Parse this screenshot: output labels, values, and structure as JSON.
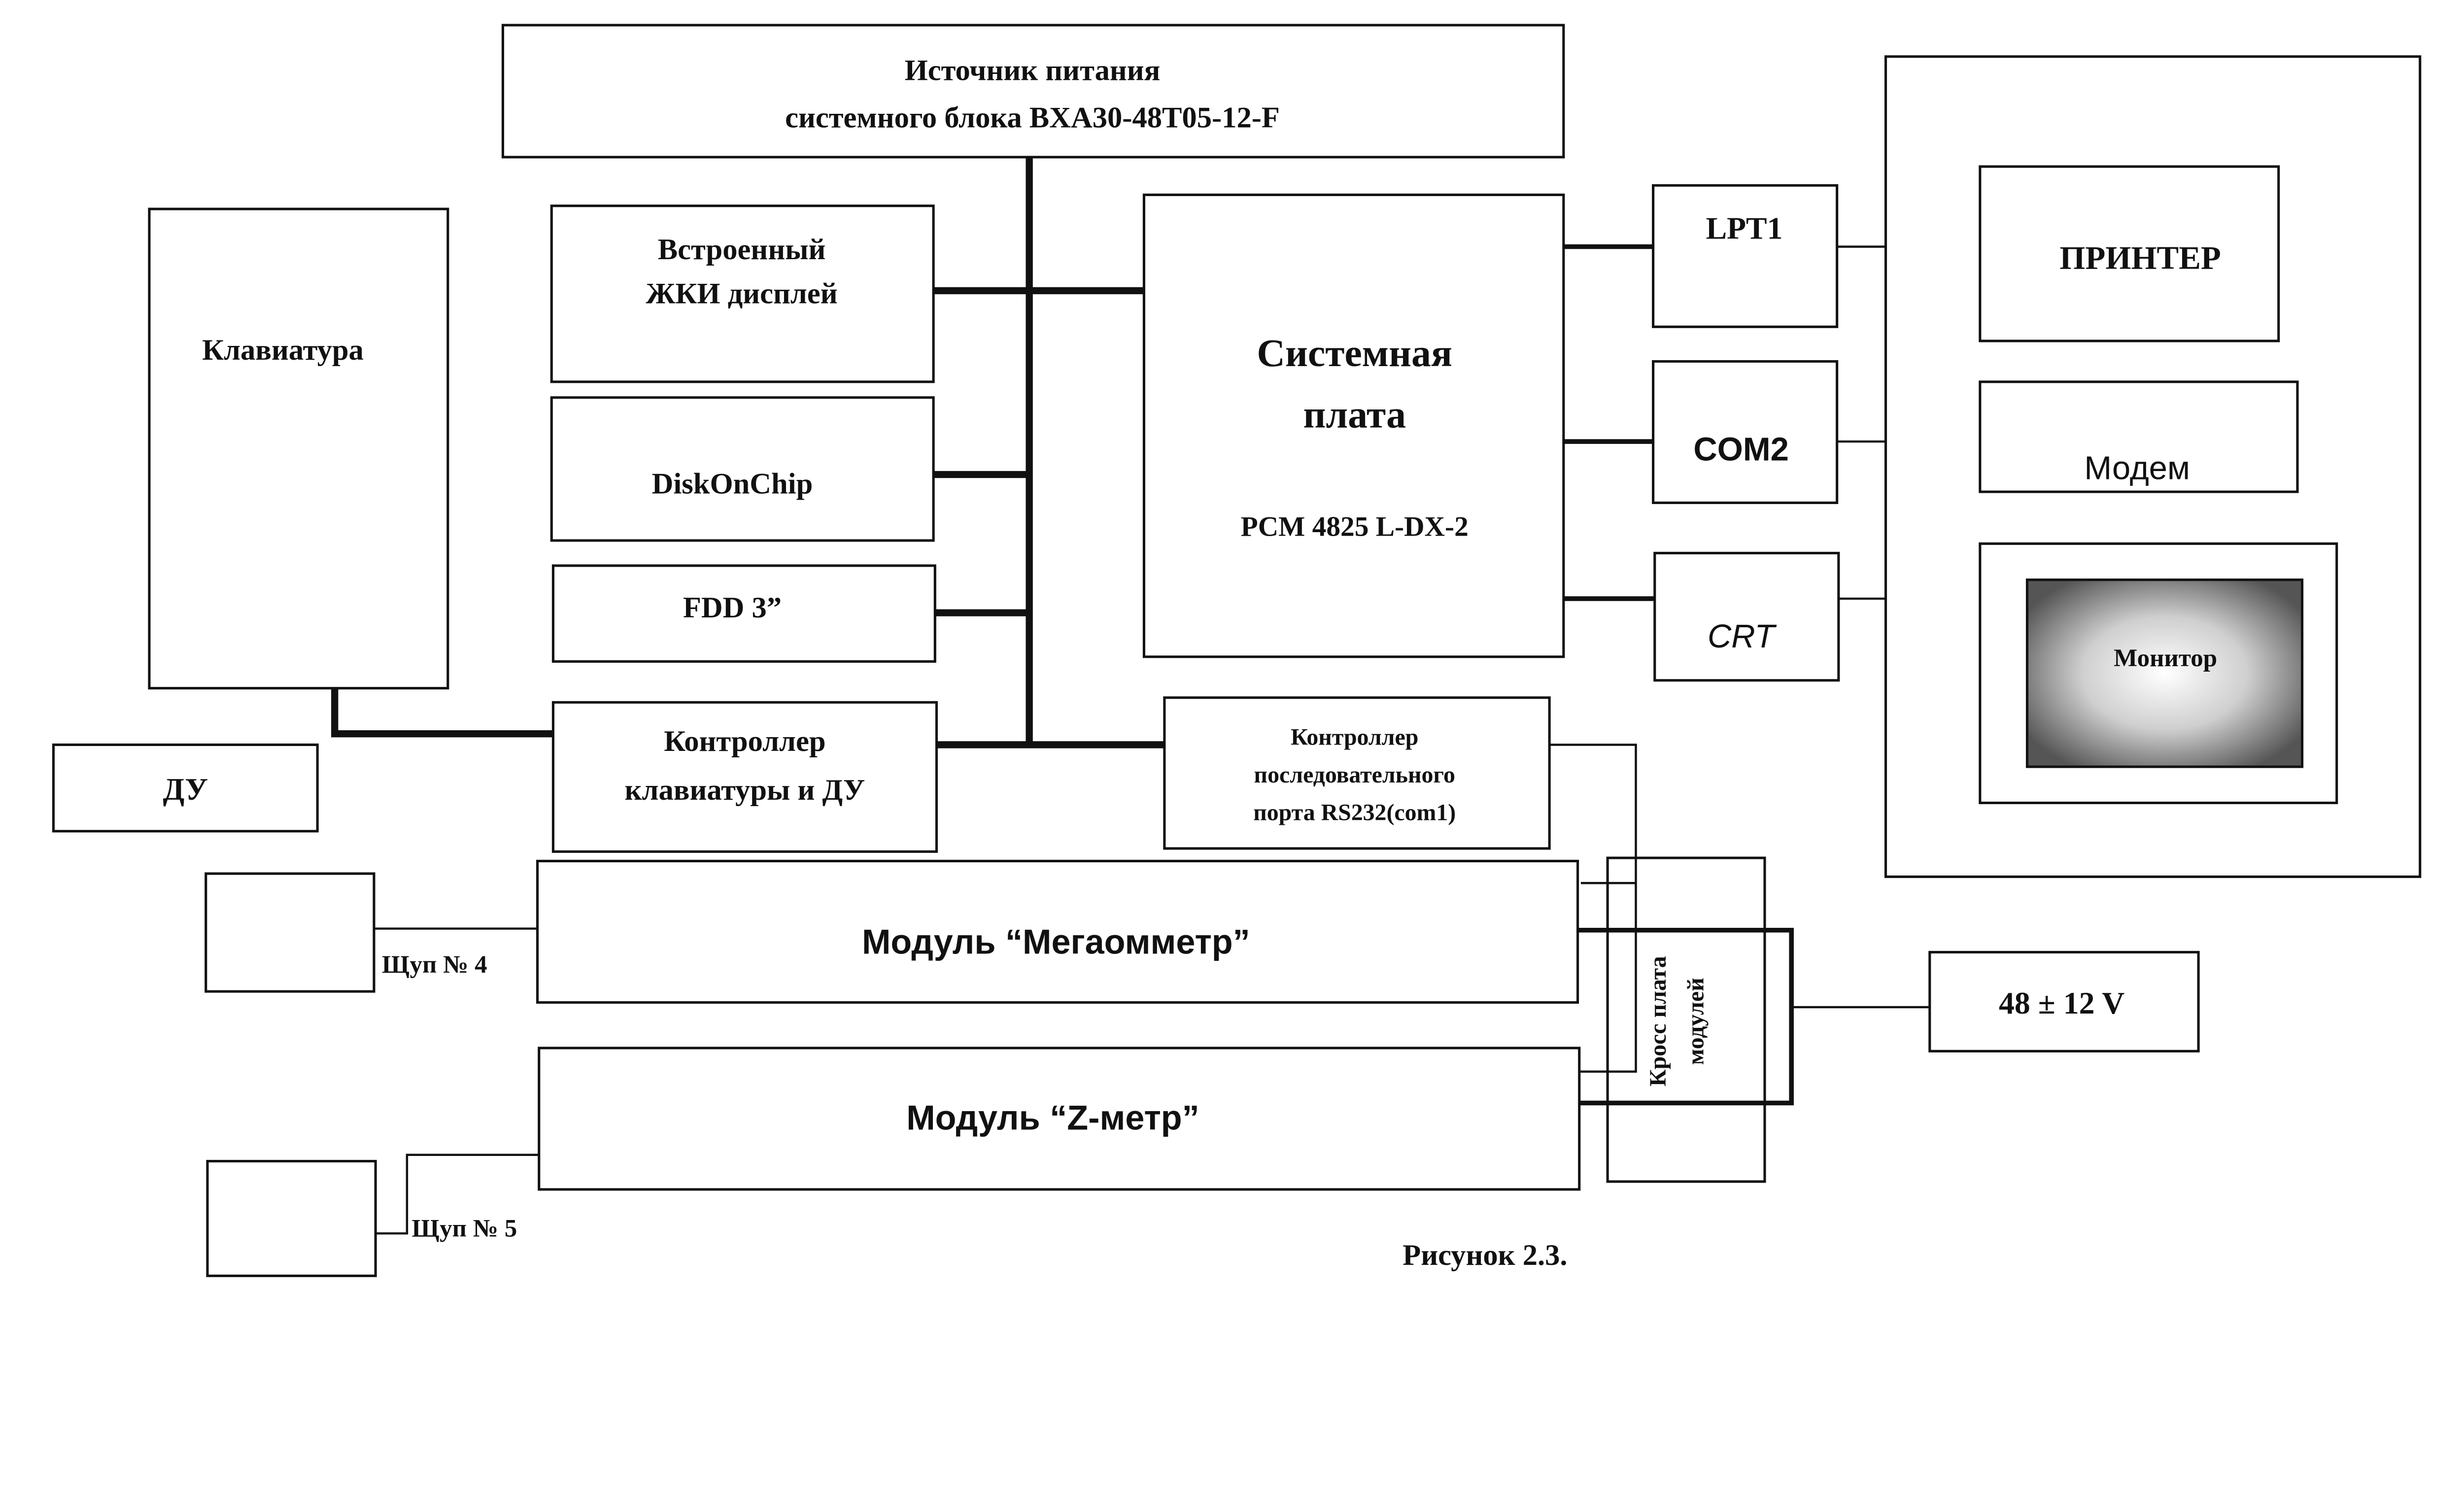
{
  "power_supply": {
    "lines": [
      "Источник питания",
      "системного блока BXA30-48T05-12-F"
    ]
  },
  "lcd": {
    "lines": [
      "Встроенный",
      "ЖКИ дисплей"
    ]
  },
  "diskonchip": {
    "label": "DiskOnChip"
  },
  "fdd": {
    "label": "FDD 3”"
  },
  "kbd_controller": {
    "lines": [
      "Контроллер",
      "клавиатуры и ДУ"
    ]
  },
  "rs232_controller": {
    "lines": [
      "Контроллер",
      "последовательного",
      "порта RS232(com1)"
    ]
  },
  "system_board": {
    "lines": [
      "Системная",
      "плата"
    ],
    "model": "PCM 4825 L-DX-2"
  },
  "ports": {
    "lpt1": "LPT1",
    "com2": "COM2",
    "crt": "CRT"
  },
  "peripherals": {
    "printer": "ПРИНТЕР",
    "modem": "Модем",
    "monitor": "Монитор"
  },
  "keyboard": {
    "label": "Клавиатура"
  },
  "remote": {
    "label": "ДУ"
  },
  "modules": {
    "megaohmmeter": "Модуль “Мегаомметр”",
    "zmeter": "Модуль “Z-метр”"
  },
  "crossboard": {
    "lines": [
      "Кросс плата",
      "модулей"
    ]
  },
  "power_input": {
    "label": "48 ±  12 V"
  },
  "probes": {
    "probe4": "Щуп № 4",
    "probe5": "Щуп № 5"
  },
  "caption": "Рисунок 2.3."
}
